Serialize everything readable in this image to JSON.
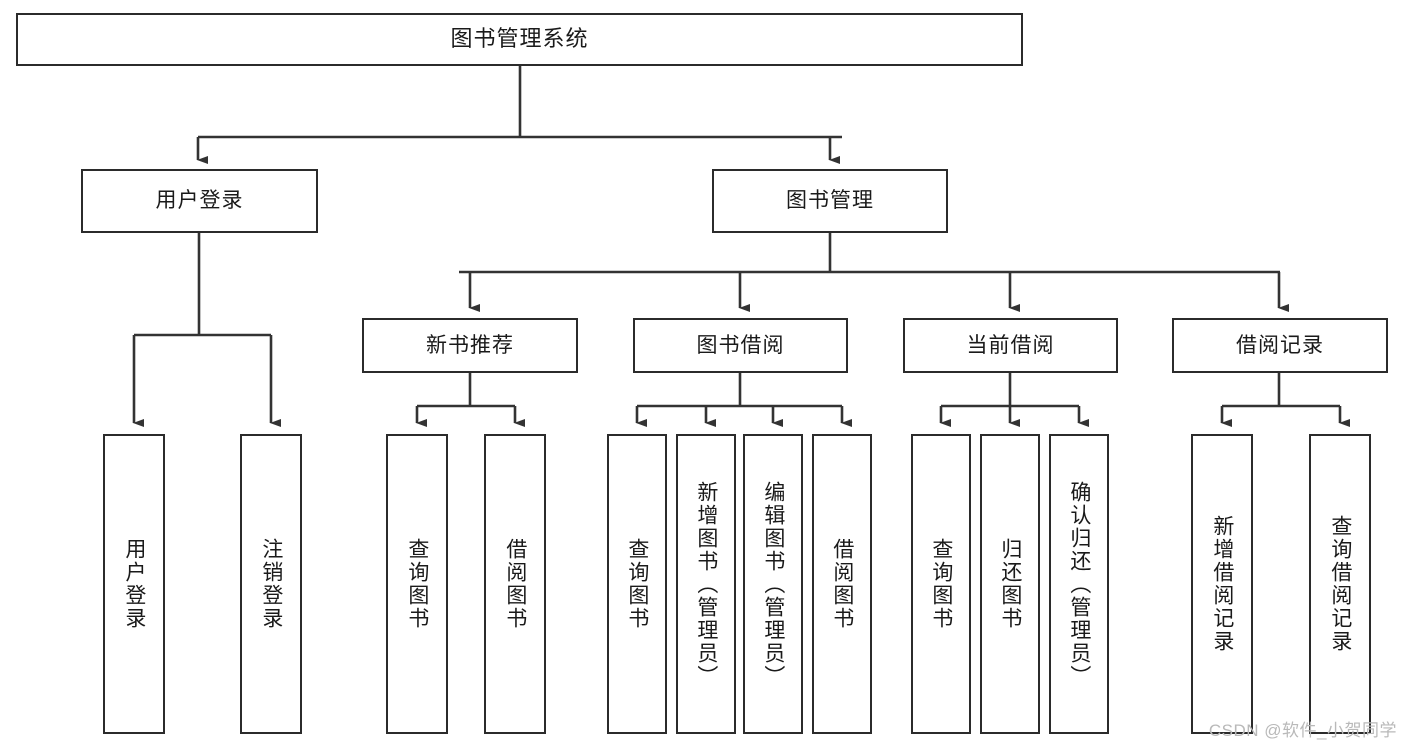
{
  "diagram": {
    "title": "图书管理系统",
    "type": "功能结构图",
    "root": {
      "id": "root",
      "label": "图书管理系统"
    },
    "level2": [
      {
        "id": "user-login",
        "label": "用户登录"
      },
      {
        "id": "book-management",
        "label": "图书管理"
      }
    ],
    "level3": [
      {
        "id": "new-book-recommend",
        "label": "新书推荐",
        "parent": "book-management"
      },
      {
        "id": "book-borrow",
        "label": "图书借阅",
        "parent": "book-management"
      },
      {
        "id": "current-borrow",
        "label": "当前借阅",
        "parent": "book-management"
      },
      {
        "id": "borrow-record",
        "label": "借阅记录",
        "parent": "book-management"
      }
    ],
    "leaves": {
      "user_login": [
        {
          "id": "leaf-user-login",
          "label": "用户登录"
        },
        {
          "id": "leaf-user-logout",
          "label": "注销登录"
        }
      ],
      "new_book_recommend": [
        {
          "id": "leaf-query-book-1",
          "label": "查询图书"
        },
        {
          "id": "leaf-borrow-book-1",
          "label": "借阅图书"
        }
      ],
      "book_borrow": [
        {
          "id": "leaf-query-book-2",
          "label": "查询图书"
        },
        {
          "id": "leaf-add-book",
          "label": "新增图书（管理员）"
        },
        {
          "id": "leaf-edit-book",
          "label": "编辑图书（管理员）"
        },
        {
          "id": "leaf-borrow-book-2",
          "label": "借阅图书"
        }
      ],
      "current_borrow": [
        {
          "id": "leaf-query-book-3",
          "label": "查询图书"
        },
        {
          "id": "leaf-return-book",
          "label": "归还图书"
        },
        {
          "id": "leaf-confirm-return",
          "label": "确认归还（管理员）"
        }
      ],
      "borrow_record": [
        {
          "id": "leaf-add-record",
          "label": "新增借阅记录"
        },
        {
          "id": "leaf-query-record",
          "label": "查询借阅记录"
        }
      ]
    },
    "watermark": "CSDN @软件_小贺同学",
    "colors": {
      "box_border": "#2b2b2b",
      "box_fill": "#ffffff",
      "connector": "#333333",
      "text": "#1a1a1a",
      "watermark": "#b9b9b9"
    }
  }
}
